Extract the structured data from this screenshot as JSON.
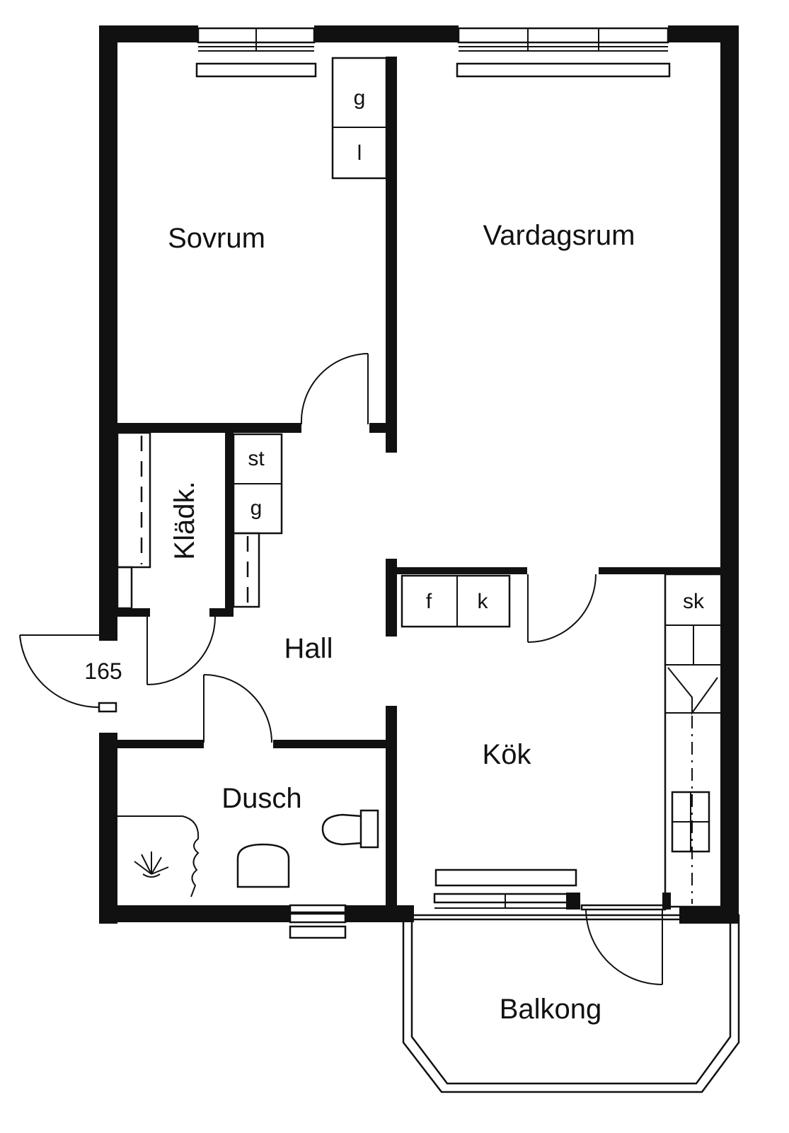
{
  "rooms": {
    "sovrum": "Sovrum",
    "vardagsrum": "Vardagsrum",
    "kladk": "Klädk.",
    "hall": "Hall",
    "kok": "Kök",
    "dusch": "Dusch",
    "balkong": "Balkong"
  },
  "fixtures": {
    "g_top": "g",
    "l_top": "l",
    "st": "st",
    "g_hall": "g",
    "f": "f",
    "k": "k",
    "sk": "sk"
  },
  "entrance_number": "165"
}
